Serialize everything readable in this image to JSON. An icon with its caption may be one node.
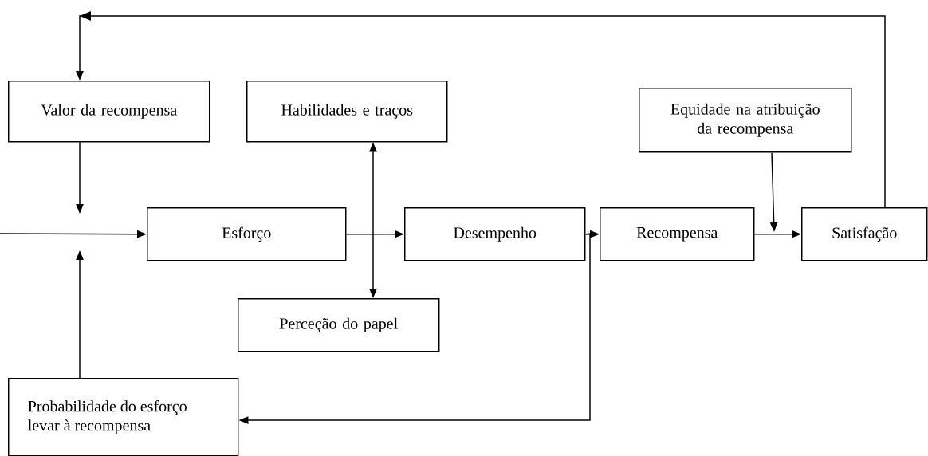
{
  "diagram": {
    "nodes": [
      {
        "text": [
          "Valor da recompensa"
        ]
      },
      {
        "text": [
          "Habilidades e traços"
        ]
      },
      {
        "text": [
          "Equidade na atribuição da recompensa"
        ]
      },
      {
        "text": [
          "Esforço"
        ]
      },
      {
        "text": [
          "Desempenho"
        ]
      },
      {
        "text": [
          "Recompensa"
        ]
      },
      {
        "text": [
          "Satisfação"
        ]
      },
      {
        "text": [
          "Perceção do papel"
        ]
      },
      {
        "text": [
          "Probabilidade do esforço levar à recompensa"
        ]
      }
    ],
    "edges": [
      {
        "from": 6,
        "to": 0,
        "arrow": "to"
      },
      {
        "from": 0,
        "to": null,
        "arrow": "to"
      },
      {
        "from": 8,
        "to": null,
        "arrow": "to"
      },
      {
        "from": null,
        "to": 3,
        "arrow": "to"
      },
      {
        "from": 3,
        "to": 4,
        "arrow": "to"
      },
      {
        "from": 1,
        "to": 7,
        "arrow": "both"
      },
      {
        "from": 4,
        "to": 5,
        "arrow": "to"
      },
      {
        "from": 4,
        "to": 8,
        "arrow": "to"
      },
      {
        "from": 5,
        "to": 6,
        "arrow": "to"
      },
      {
        "from": 2,
        "to": null,
        "arrow": "to"
      }
    ]
  }
}
